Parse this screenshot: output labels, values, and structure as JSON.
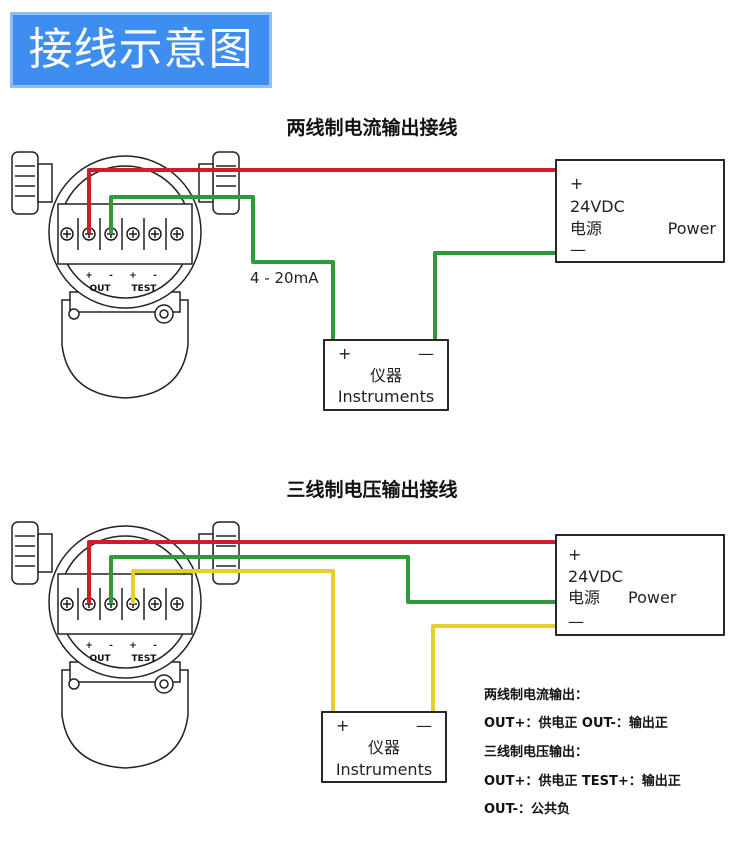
{
  "header": {
    "title": "接线示意图"
  },
  "two_wire": {
    "caption": "两线制电流输出接线",
    "signal_label": "4 - 20mA",
    "power": {
      "plus": "+",
      "voltage": "24VDC",
      "name_cn": "电源",
      "name_en": "Power",
      "minus": "—"
    },
    "instrument": {
      "plus": "+",
      "minus": "—",
      "name_cn": "仪器",
      "name_en": "Instruments"
    },
    "terminal_labels": {
      "plus1": "+",
      "minus1": "-",
      "out": "OUT",
      "plus2": "+",
      "minus2": "-",
      "test": "TEST"
    }
  },
  "three_wire": {
    "caption": "三线制电压输出接线",
    "power": {
      "plus": "+",
      "voltage": "24VDC",
      "name_cn": "电源",
      "name_en": "Power",
      "minus": "—"
    },
    "instrument": {
      "plus": "+",
      "minus": "—",
      "name_cn": "仪器",
      "name_en": "Instruments"
    },
    "terminal_labels": {
      "plus1": "+",
      "minus1": "-",
      "out": "OUT",
      "plus2": "+",
      "minus2": "-",
      "test": "TEST"
    }
  },
  "notes": [
    "两线制电流输出：",
    "OUT+：供电正   OUT-：输出正",
    "三线制电压输出：",
    "OUT+：供电正  TEST+：输出正",
    "OUT-：公共负"
  ],
  "colors": {
    "header_bg": "#3d8ef0",
    "red_wire": "#d01c2a",
    "green_wire": "#2e9a3c",
    "yellow_wire": "#e6cf2a"
  }
}
